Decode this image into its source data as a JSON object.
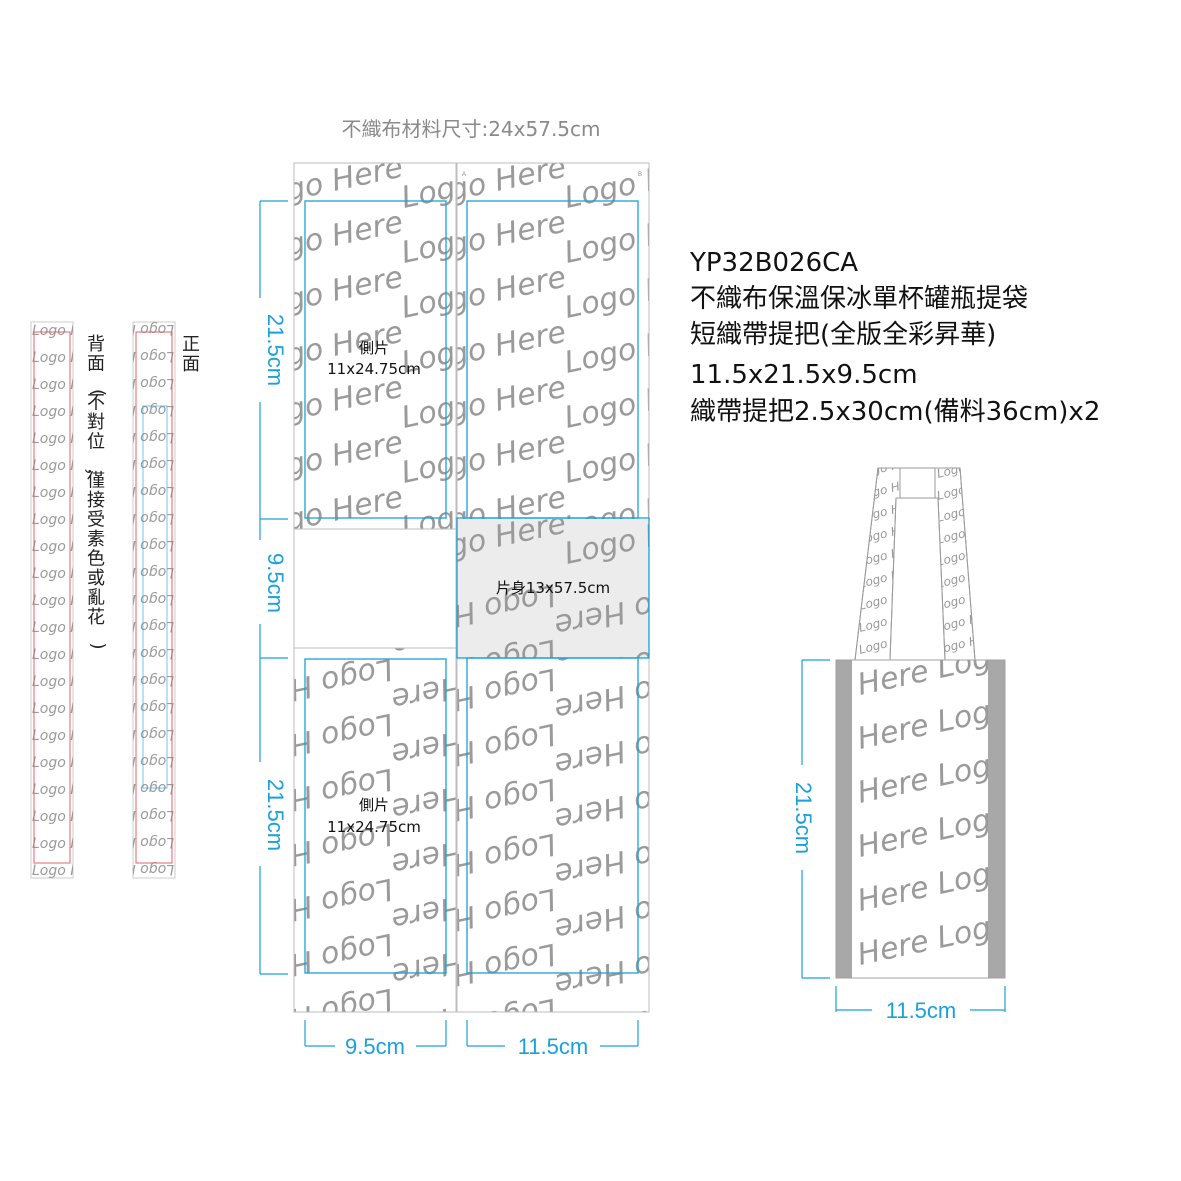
{
  "material_label": "不織布材料尺寸:24x57.5cm",
  "product": {
    "code": "YP32B026CA",
    "line1": "不織布保溫保冰單杯罐瓶提袋",
    "line2": "短織帶提把(全版全彩昇華)",
    "line3": "11.5x21.5x9.5cm",
    "line4": "織帶提把2.5x30cm(備料36cm)x2"
  },
  "strap_back_label": "背面(不對位，僅接受素色或亂花)",
  "strap_front_label": "正面",
  "panel_side_top": {
    "title": "側片",
    "size": "11x24.75cm"
  },
  "panel_side_bottom": {
    "title": "側片",
    "size": "11x24.75cm"
  },
  "panel_body": "片身13x57.5cm",
  "corner_marks": {
    "a": "A",
    "b": "B"
  },
  "dimensions": {
    "left_top": "21.5cm",
    "left_middle": "9.5cm",
    "left_bottom": "21.5cm",
    "bottom_left": "9.5cm",
    "bottom_right": "11.5cm",
    "bag_height": "21.5cm",
    "bag_width": "11.5cm"
  },
  "watermark": "Logo Here",
  "watermark_short": "Here Logo",
  "colors": {
    "dimension": "#1aa0da",
    "red_outline": "#e0606a",
    "watermark": "#9a9a9a",
    "bag_band": "#a8a8a8",
    "body_shade": "#ececec"
  }
}
